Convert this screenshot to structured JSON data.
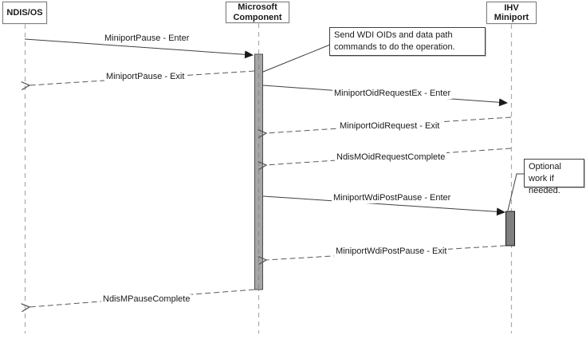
{
  "actors": {
    "ndis": {
      "label": "NDIS/OS"
    },
    "microsoft": {
      "line1": "Microsoft",
      "line2": "Component"
    },
    "ihv": {
      "line1": "IHV",
      "line2": "Miniport"
    }
  },
  "messages": {
    "miniport_pause_enter": "MiniportPause - Enter",
    "miniport_pause_exit": "MiniportPause - Exit",
    "miniport_oid_request_ex_enter": "MiniportOidRequestEx - Enter",
    "miniport_oid_request_exit": "MiniportOidRequest - Exit",
    "ndism_oid_request_complete": "NdisMOidRequestComplete",
    "miniport_wdi_post_pause_enter": "MiniportWdiPostPause - Enter",
    "miniport_wdi_post_pause_exit": "MiniportWdiPostPause - Exit",
    "ndism_pause_complete": "NdisMPauseComplete"
  },
  "notes": {
    "send_wdi_oids": "Send WDI OIDs and data path commands to do the operation.",
    "optional_work": "Optional work if needed."
  },
  "colors": {
    "lifeline": "#ababab",
    "solid_line": "#404040",
    "dashed_line": "#595959",
    "ms_activation_fill": "#a6a6a6",
    "ihv_activation_fill": "#7f7f7f",
    "box_border": "#808080",
    "note_border": "#404040",
    "text": "#1a1a1a"
  }
}
